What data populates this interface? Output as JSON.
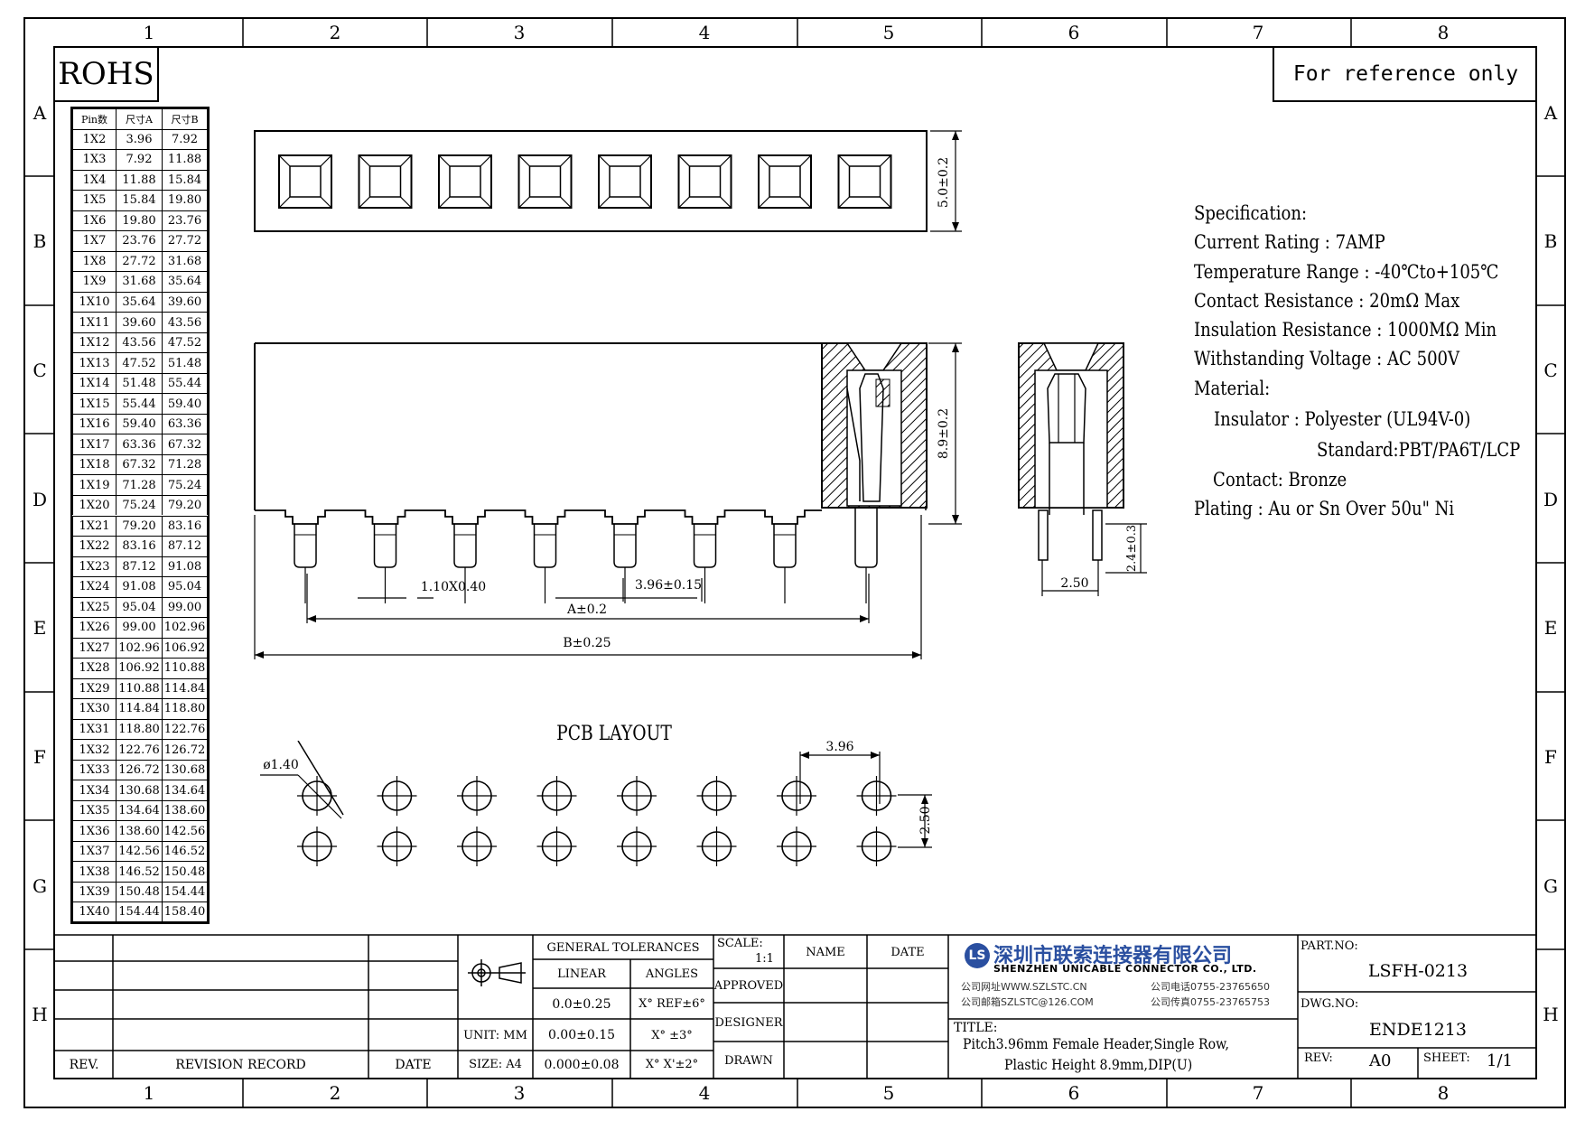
{
  "frame": {
    "columns": [
      "1",
      "2",
      "3",
      "4",
      "5",
      "6",
      "7",
      "8"
    ],
    "rows": [
      "A",
      "B",
      "C",
      "D",
      "E",
      "F",
      "G",
      "H"
    ]
  },
  "rohs": "ROHS",
  "reference_note": "For reference only",
  "pin_table": {
    "headers": [
      "Pin数",
      "尺寸A",
      "尺寸B"
    ],
    "rows": [
      [
        "1X2",
        "3.96",
        "7.92"
      ],
      [
        "1X3",
        "7.92",
        "11.88"
      ],
      [
        "1X4",
        "11.88",
        "15.84"
      ],
      [
        "1X5",
        "15.84",
        "19.80"
      ],
      [
        "1X6",
        "19.80",
        "23.76"
      ],
      [
        "1X7",
        "23.76",
        "27.72"
      ],
      [
        "1X8",
        "27.72",
        "31.68"
      ],
      [
        "1X9",
        "31.68",
        "35.64"
      ],
      [
        "1X10",
        "35.64",
        "39.60"
      ],
      [
        "1X11",
        "39.60",
        "43.56"
      ],
      [
        "1X12",
        "43.56",
        "47.52"
      ],
      [
        "1X13",
        "47.52",
        "51.48"
      ],
      [
        "1X14",
        "51.48",
        "55.44"
      ],
      [
        "1X15",
        "55.44",
        "59.40"
      ],
      [
        "1X16",
        "59.40",
        "63.36"
      ],
      [
        "1X17",
        "63.36",
        "67.32"
      ],
      [
        "1X18",
        "67.32",
        "71.28"
      ],
      [
        "1X19",
        "71.28",
        "75.24"
      ],
      [
        "1X20",
        "75.24",
        "79.20"
      ],
      [
        "1X21",
        "79.20",
        "83.16"
      ],
      [
        "1X22",
        "83.16",
        "87.12"
      ],
      [
        "1X23",
        "87.12",
        "91.08"
      ],
      [
        "1X24",
        "91.08",
        "95.04"
      ],
      [
        "1X25",
        "95.04",
        "99.00"
      ],
      [
        "1X26",
        "99.00",
        "102.96"
      ],
      [
        "1X27",
        "102.96",
        "106.92"
      ],
      [
        "1X28",
        "106.92",
        "110.88"
      ],
      [
        "1X29",
        "110.88",
        "114.84"
      ],
      [
        "1X30",
        "114.84",
        "118.80"
      ],
      [
        "1X31",
        "118.80",
        "122.76"
      ],
      [
        "1X32",
        "122.76",
        "126.72"
      ],
      [
        "1X33",
        "126.72",
        "130.68"
      ],
      [
        "1X34",
        "130.68",
        "134.64"
      ],
      [
        "1X35",
        "134.64",
        "138.60"
      ],
      [
        "1X36",
        "138.60",
        "142.56"
      ],
      [
        "1X37",
        "142.56",
        "146.52"
      ],
      [
        "1X38",
        "146.52",
        "150.48"
      ],
      [
        "1X39",
        "150.48",
        "154.44"
      ],
      [
        "1X40",
        "154.44",
        "158.40"
      ]
    ]
  },
  "top_view": {
    "height_dim": "5.0±0.2",
    "pin_count": 8
  },
  "side_view": {
    "height_dim": "8.9±0.2",
    "pin_width_dim": "1.10X0.40",
    "pitch_dim": "3.96±0.15",
    "a_dim": "A±0.2",
    "b_dim": "B±0.25"
  },
  "end_view": {
    "pitch_dim": "2.50",
    "tail_dim": "2.4±0.3"
  },
  "pcb_layout": {
    "title": "PCB LAYOUT",
    "hole_dim": "ø1.40",
    "pitch_dim": "3.96",
    "row_dim": "2.50"
  },
  "specs": [
    "Specification:",
    "Current Rating : 7AMP",
    "Temperature Range : -40℃to+105℃",
    "Contact Resistance : 20mΩ Max",
    "Insulation Resistance : 1000MΩ Min",
    "Withstanding Voltage : AC 500V",
    "Material:",
    "Insulator : Polyester (UL94V-0)",
    "Standard:PBT/PA6T/LCP",
    "Contact: Bronze",
    "Plating : Au or Sn Over 50u\" Ni"
  ],
  "title_block": {
    "rev_label": "REV.",
    "revision_record_label": "REVISION RECORD",
    "date_label": "DATE",
    "general_tolerances": "GENERAL TOLERANCES",
    "linear": "LINEAR",
    "angles": "ANGLES",
    "tol1": "0.0±0.25",
    "tol2": "0.00±0.15",
    "tol3": "0.000±0.08",
    "ang1": "X° REF±6°",
    "ang2": "X° ±3°",
    "ang3": "X° X'±2°",
    "unit": "UNIT: MM",
    "size": "SIZE: A4",
    "scale_label": "SCALE:",
    "scale_value": "1:1",
    "approved": "APPROVED",
    "designer": "DESIGNER",
    "drawn": "DRAWN",
    "name": "NAME",
    "date": "DATE",
    "company_cn": "深圳市联索连接器有限公司",
    "company_en": "SHENZHEN UNICABLE CONNECTOR CO., LTD.",
    "web": "公司网址WWW.SZLSTC.CN",
    "email": "公司邮箱SZLSTC@126.COM",
    "phone": "公司电话0755-23765650",
    "fax": "公司传真0755-23765753",
    "title_label": "TITLE:",
    "title_line1": "Pitch3.96mm Female Header,Single Row,",
    "title_line2": "Plastic Height 8.9mm,DIP(U)",
    "part_no_label": "PART.NO:",
    "part_no": "LSFH-0213",
    "dwg_no_label": "DWG.NO:",
    "dwg_no": "ENDE1213",
    "rev_value_label": "REV:",
    "rev_value": "A0",
    "sheet_label": "SHEET:",
    "sheet_value": "1/1"
  }
}
